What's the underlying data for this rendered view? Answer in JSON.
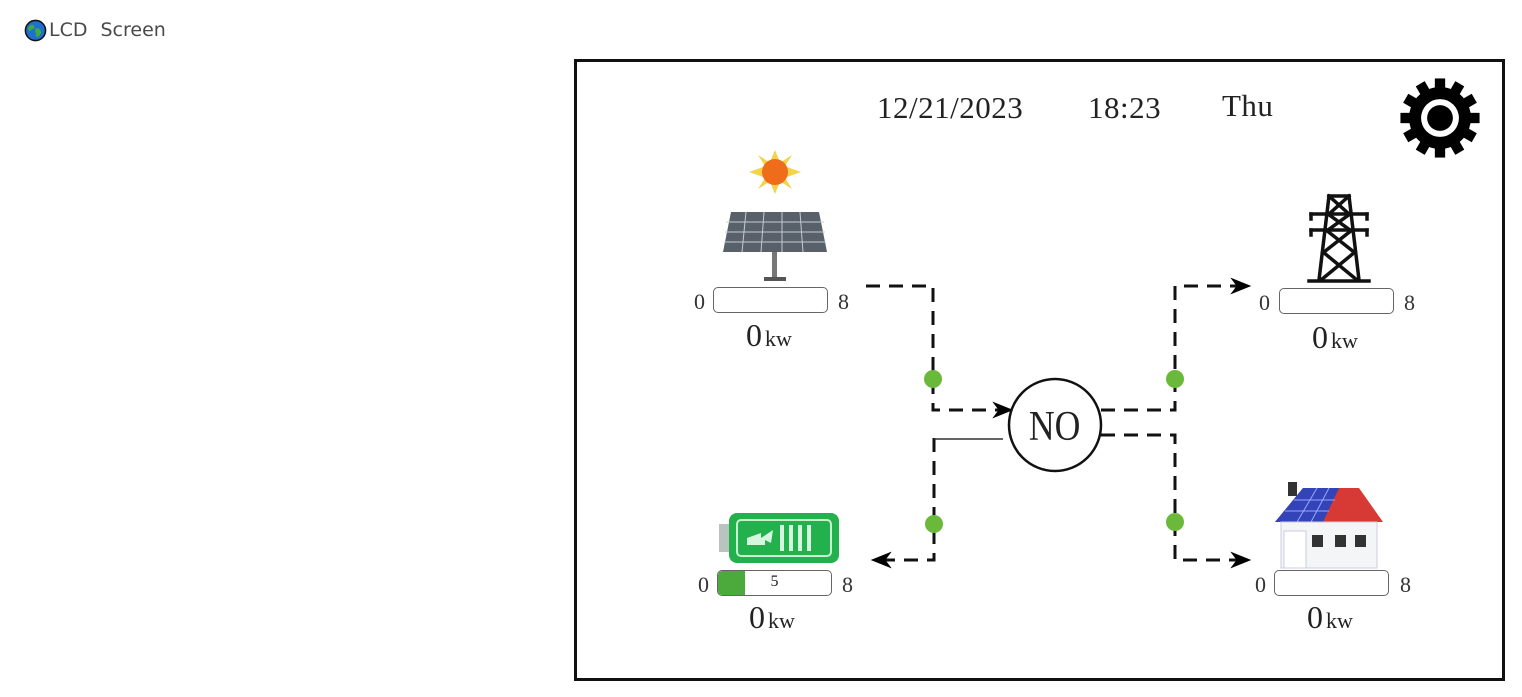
{
  "window": {
    "icon": "globe-icon",
    "title_part1": "LCD",
    "title_part2": "Screen"
  },
  "lcd": {
    "date": "12/21/2023",
    "time": "18:23",
    "weekday": "Thu",
    "settings_icon": "gear-icon",
    "inverter": {
      "status_text": "NO"
    },
    "nodes": {
      "solar": {
        "icon": "solar-panel-icon",
        "bar_min": "0",
        "bar_max": "8",
        "bar_fill_fraction": 0,
        "bar_text": "",
        "power_value": "0",
        "power_unit": "kw"
      },
      "grid": {
        "icon": "power-tower-icon",
        "bar_min": "0",
        "bar_max": "8",
        "bar_fill_fraction": 0,
        "bar_text": "",
        "power_value": "0",
        "power_unit": "kw"
      },
      "battery": {
        "icon": "battery-icon",
        "bar_min": "0",
        "bar_max": "8",
        "bar_fill_fraction": 0.24,
        "bar_text": "5",
        "power_value": "0",
        "power_unit": "kw"
      },
      "home": {
        "icon": "house-icon",
        "bar_min": "0",
        "bar_max": "8",
        "bar_fill_fraction": 0,
        "bar_text": "",
        "power_value": "0",
        "power_unit": "kw"
      }
    },
    "colors": {
      "flow_dot": "#6ab93a",
      "battery_green": "#22b14c",
      "bar_fill": "#4caa3c"
    }
  }
}
